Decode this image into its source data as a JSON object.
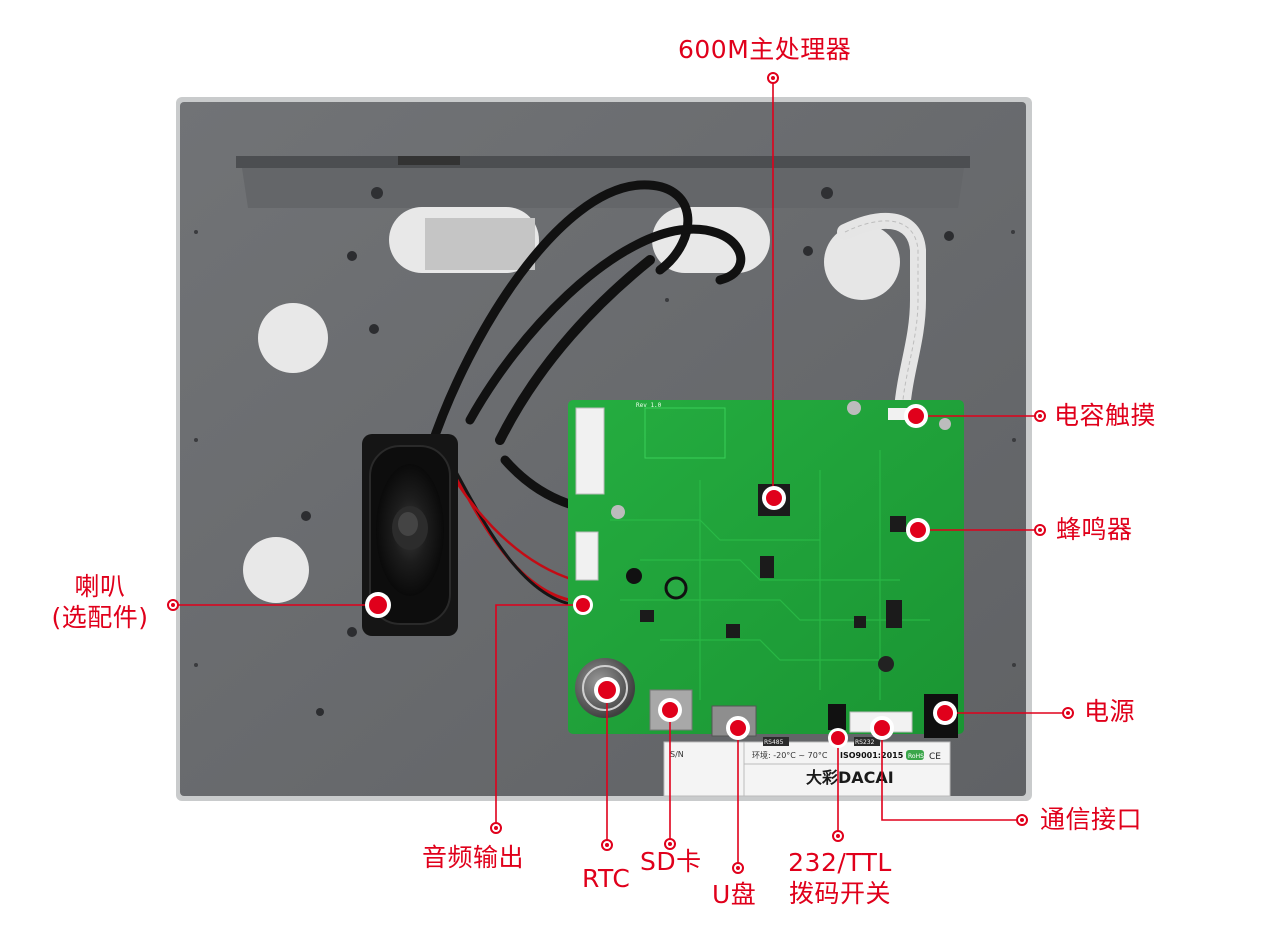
{
  "colors": {
    "accent": "#e0001b",
    "panel": "#6b6d70",
    "pcb": "#1fa63a",
    "label_sticker": "#f4f4f4"
  },
  "callouts": {
    "cpu": "600M主处理器",
    "touch": "电容触摸",
    "buzzer": "蜂鸣器",
    "power": "电源",
    "comm": "通信接口",
    "speaker_line1": "喇叭",
    "speaker_line2": "(选配件)",
    "audio_out": "音频输出",
    "rtc": "RTC",
    "sd": "SD卡",
    "usb": "U盘",
    "switch_line1": "232/TTL",
    "switch_line2": "拨码开关"
  },
  "board_print": {
    "brand": "大彩DACAI",
    "iso": "ISO9001:2015",
    "temp": "环境: -20°C ~ 70°C",
    "sn": "S/N",
    "rohs": "RoHS",
    "ce": "CE",
    "rs485": "RS485",
    "rs232": "RS232",
    "rev": "Rev 1.0"
  }
}
